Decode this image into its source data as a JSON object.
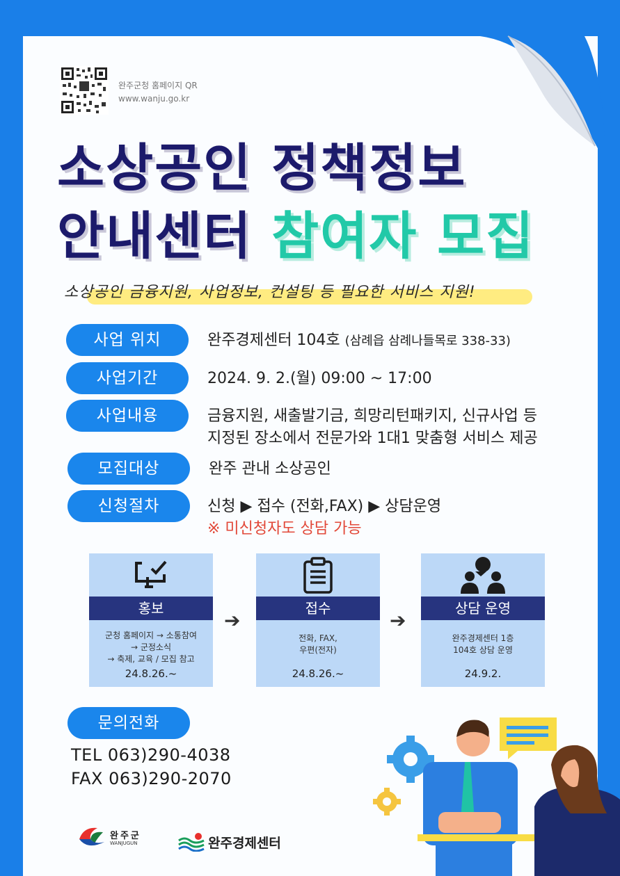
{
  "qr": {
    "label": "완주군청 홈페이지 QR",
    "url": "www.wanju.go.kr"
  },
  "title": {
    "line1": "소상공인 정책정보",
    "line2a": "안내센터",
    "line2b": "참여자 모집"
  },
  "tagline": "소상공인 금융지원, 사업정보, 컨설팅 등 필요한 서비스 지원!",
  "info": {
    "location": {
      "label": "사업 위치",
      "value": "완주경제센터 104호",
      "detail": "(삼례읍 삼례나들목로 338-33)"
    },
    "period": {
      "label": "사업기간",
      "value": "2024. 9. 2.(월) 09:00 ~ 17:00"
    },
    "content": {
      "label": "사업내용",
      "line1": "금융지원, 새출발기금, 희망리턴패키지, 신규사업 등",
      "line2": "지정된 장소에서 전문가와 1대1 맞춤형 서비스 제공"
    },
    "target": {
      "label": "모집대상",
      "value": "완주 관내 소상공인"
    },
    "procedure": {
      "label": "신청절차",
      "value": "신청  ▶  접수 (전화,FAX)  ▶  상담운영",
      "note": "※ 미신청자도 상담 가능"
    }
  },
  "steps": [
    {
      "title": "홍보",
      "desc1": "군청 홈페이지 → 소통참여",
      "desc2": "→ 군정소식",
      "desc3": "→ 축제, 교육 / 모집 참고",
      "date": "24.8.26.~",
      "icon": "monitor-check-icon"
    },
    {
      "title": "접수",
      "desc1": "전화, FAX,",
      "desc2": "우편(전자)",
      "date": "24.8.26.~",
      "icon": "clipboard-icon"
    },
    {
      "title": "상담 운영",
      "desc1": "완주경제센터 1층",
      "desc2": "104호 상담 운영",
      "date": "24.9.2.",
      "icon": "people-icon"
    }
  ],
  "arrow": "➔",
  "contact": {
    "label": "문의전화",
    "tel": "TEL 063)290-4038",
    "fax": "FAX 063)290-2070"
  },
  "logos": {
    "county_kr": "완주군",
    "county_en": "WANJUGUN",
    "center": "완주경제센터"
  },
  "colors": {
    "navy": "#1c1a6b",
    "accent": "#22c9a8",
    "pill": "#1a86ec",
    "bg": "#1a7fe8",
    "note": "#e24838"
  }
}
